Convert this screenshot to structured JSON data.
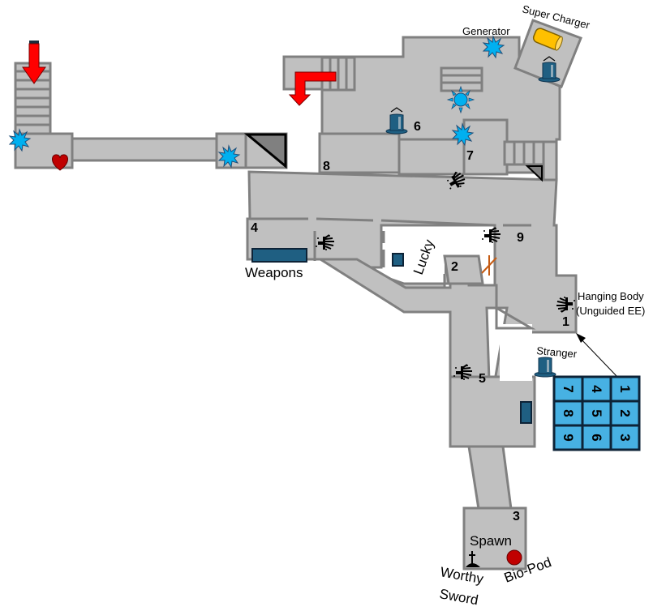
{
  "map": {
    "title": "",
    "labels": {
      "generator": "Generator",
      "super_charger": "Super Charger",
      "weapons": "Weapons",
      "lucky": "Lucky",
      "hanging_body_line1": "Hanging Body",
      "hanging_body_line2": "(Unguided EE)",
      "stranger": "Stranger",
      "spawn": "Spawn",
      "bio_pod": "Bio-Pod",
      "worthy_line1": "Worthy",
      "worthy_line2": "Sword"
    },
    "room_numbers": {
      "r1": "1",
      "r2": "2",
      "r3": "3",
      "r4": "4",
      "r5": "5",
      "r6": "6",
      "r7": "7",
      "r8": "8",
      "r9": "9"
    },
    "code_grid": {
      "rows": [
        [
          "7",
          "4",
          "1"
        ],
        [
          "8",
          "5",
          "2"
        ],
        [
          "9",
          "6",
          "3"
        ]
      ],
      "rotation_degrees": 90
    },
    "colors": {
      "floor": "#c0c0c0",
      "wall": "#808080",
      "arrow": "#ff0000",
      "spark": "#00b0f0",
      "hat": "#1f5f82",
      "grid": "#47b1e3",
      "charger": "#ffc000",
      "bio_pod": "#c00000",
      "heart": "#c00000"
    },
    "icons": {
      "entry-arrow": "red-arrow-icon",
      "power": "spark-icon",
      "perk": "top-hat-icon",
      "zombie-hand": "hand-icon",
      "heart": "heart-icon",
      "weapon-box": "crate-icon",
      "sword": "sword-icon",
      "tools": "crossed-sticks-icon"
    }
  }
}
